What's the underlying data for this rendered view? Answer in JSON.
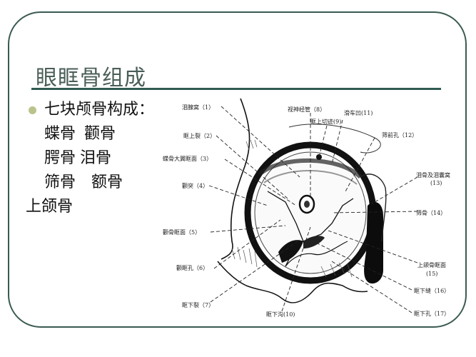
{
  "slide": {
    "title": "眼眶骨组成",
    "bullet": "七块颅骨构成：",
    "rows": [
      [
        "蝶骨",
        "颧骨"
      ],
      [
        "腭骨",
        "泪骨"
      ],
      [
        "筛骨",
        "额骨"
      ]
    ],
    "last_line": "上颌骨",
    "colors": {
      "frame": "#3a5a52",
      "title": "#4a5e59",
      "rule": "#2f5b50",
      "bullet": "#b9c38c"
    }
  },
  "figure": {
    "labels": [
      {
        "id": 1,
        "text": "泪腺窝（1）"
      },
      {
        "id": 2,
        "text": "眶上裂（2）"
      },
      {
        "id": 3,
        "text": "蝶骨大翼眶面（3）"
      },
      {
        "id": 4,
        "text": "颧突（4）"
      },
      {
        "id": 5,
        "text": "颧骨眶面（5）"
      },
      {
        "id": 6,
        "text": "颧眶孔（6）"
      },
      {
        "id": 7,
        "text": "眶下裂（7）"
      },
      {
        "id": 8,
        "text": "视神经管（8）"
      },
      {
        "id": 9,
        "text": "眶上切迹(9)"
      },
      {
        "id": 10,
        "text": "眶下沟(10)"
      },
      {
        "id": 11,
        "text": "滑车凹(11)"
      },
      {
        "id": 12,
        "text": "筛前孔（12）"
      },
      {
        "id": 13,
        "text": "泪骨及泪囊窝"
      },
      {
        "id": "13n",
        "text": "(13)"
      },
      {
        "id": 14,
        "text": "筛骨（14）"
      },
      {
        "id": 15,
        "text": "上颌骨眶面"
      },
      {
        "id": "15n",
        "text": "(15)"
      },
      {
        "id": 16,
        "text": "眶下缝（16）"
      },
      {
        "id": 17,
        "text": "眶下孔（17）"
      }
    ]
  }
}
